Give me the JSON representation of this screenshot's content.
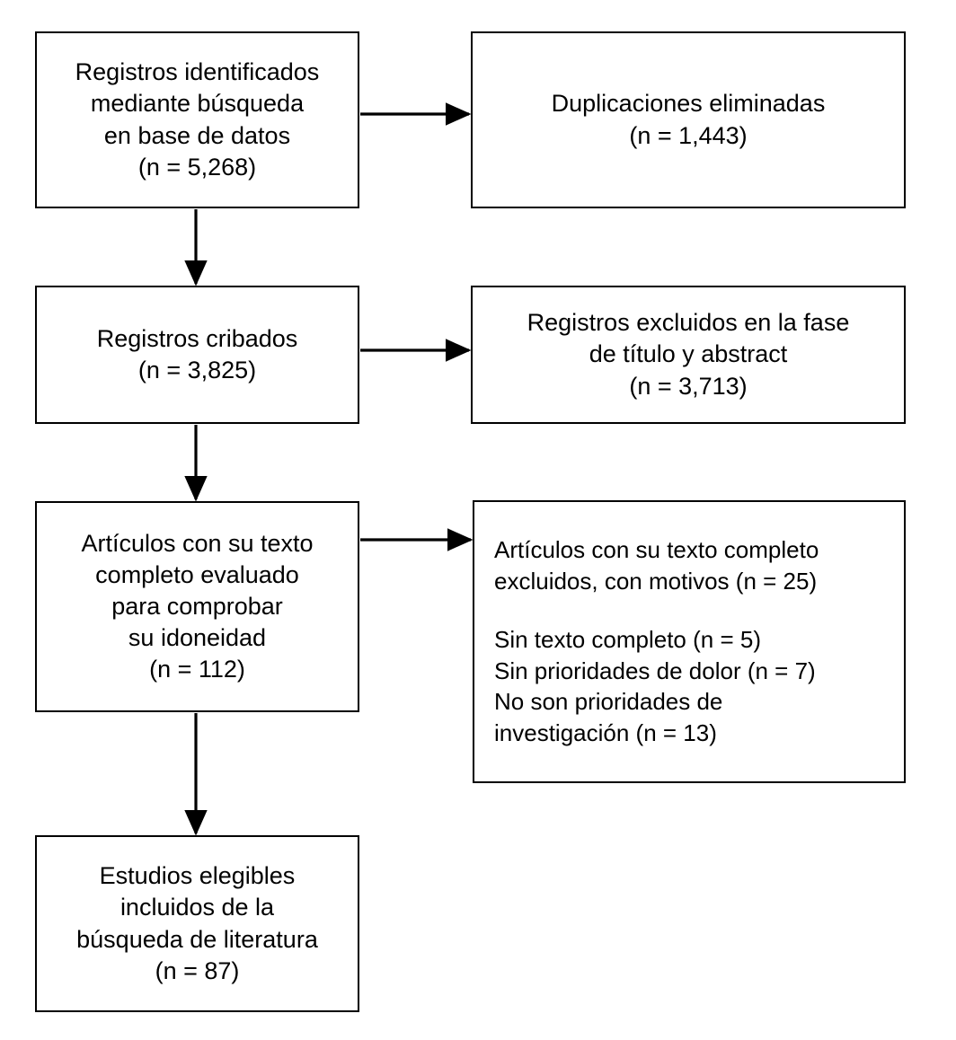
{
  "diagram": {
    "type": "prisma-flow-diagram",
    "language": "es",
    "stroke_color": "#000000",
    "background_color": "#ffffff",
    "text_color": "#000000"
  },
  "nodes": {
    "identified": {
      "name": "Registros identificados mediante búsqueda en base de datos",
      "lines": [
        "Registros identificados",
        "mediante búsqueda",
        "en base de datos",
        "(n = 5,268)"
      ],
      "count": "5,268",
      "align": "center"
    },
    "duplicates": {
      "name": "Duplicaciones eliminadas",
      "lines": [
        "Duplicaciones eliminadas",
        "(n = 1,443)"
      ],
      "count": "1,443",
      "align": "center"
    },
    "screened": {
      "name": "Registros cribados",
      "lines": [
        "Registros cribados",
        "(n = 3,825)"
      ],
      "count": "3,825",
      "align": "center"
    },
    "excluded_title_abstract": {
      "name": "Registros excluidos en la fase de título y abstract",
      "lines": [
        "Registros excluidos en la fase",
        "de título y abstract",
        "(n = 3,713)"
      ],
      "count": "3,713",
      "align": "center"
    },
    "fulltext_assessed": {
      "name": "Artículos con su texto completo evaluado para comprobar su idoneidad",
      "lines": [
        "Artículos con su texto",
        "completo evaluado",
        "para comprobar",
        "su idoneidad",
        "(n = 112)"
      ],
      "count": "112",
      "align": "center"
    },
    "excluded_fulltext": {
      "name": "Artículos con su texto completo excluidos, con motivos",
      "heading_lines": [
        "Artículos con su texto completo",
        "excluidos, con motivos (n = 25)"
      ],
      "count": "25",
      "reason_lines": [
        "Sin texto completo (n = 5)",
        "Sin prioridades de dolor (n = 7)",
        "No son prioridades de",
        "investigación (n = 13)"
      ],
      "reasons": [
        {
          "label": "Sin texto completo",
          "count": "5"
        },
        {
          "label": "Sin prioridades de dolor",
          "count": "7"
        },
        {
          "label": "No son prioridades de investigación",
          "count": "13"
        }
      ],
      "align": "left"
    },
    "included": {
      "name": "Estudios elegibles incluidos de la búsqueda de literatura",
      "lines": [
        "Estudios elegibles",
        "incluidos de la",
        "búsqueda de literatura",
        "(n = 87)"
      ],
      "count": "87",
      "align": "center"
    }
  },
  "connectors": [
    {
      "name": "arrow-identified-to-duplicates",
      "direction": "right"
    },
    {
      "name": "arrow-identified-to-screened",
      "direction": "down"
    },
    {
      "name": "arrow-screened-to-excluded-title-abstract",
      "direction": "right"
    },
    {
      "name": "arrow-screened-to-fulltext",
      "direction": "down"
    },
    {
      "name": "arrow-fulltext-to-excluded-fulltext",
      "direction": "right"
    },
    {
      "name": "arrow-fulltext-to-included",
      "direction": "down"
    }
  ]
}
